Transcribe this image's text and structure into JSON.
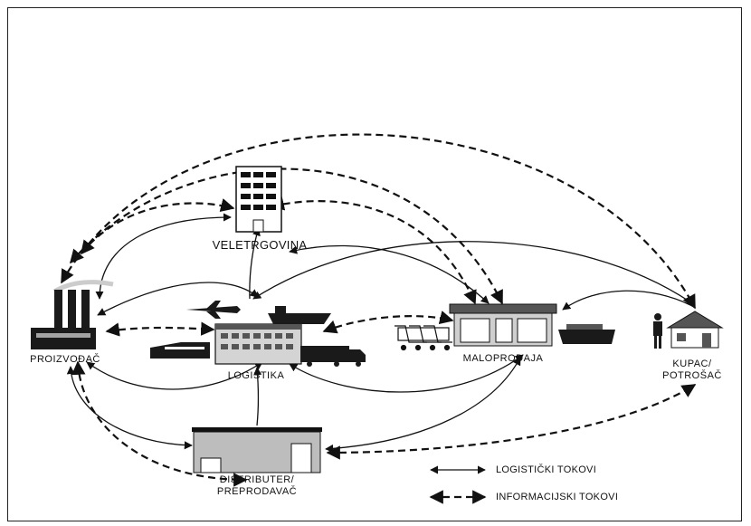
{
  "nodes": {
    "veletrgovina": "VELETRGOVINA",
    "proizvodac": "PROIZVOĐAČ",
    "logistika": "LOGISTIKA",
    "maloprodaja": "MALOPRODAJA",
    "kupac_line1": "KUPAC/",
    "kupac_line2": "POTROŠAČ",
    "distributer_line1": "DISTRIBUTER/",
    "distributer_line2": "PREPRODAVAČ"
  },
  "legend": {
    "logistic": "LOGISTIČKI TOKOVI",
    "information": "INFORMACIJSKI TOKOVI"
  },
  "colors": {
    "line": "#111111",
    "building_gray": "#bdbdbd",
    "dark": "#1a1a1a"
  }
}
